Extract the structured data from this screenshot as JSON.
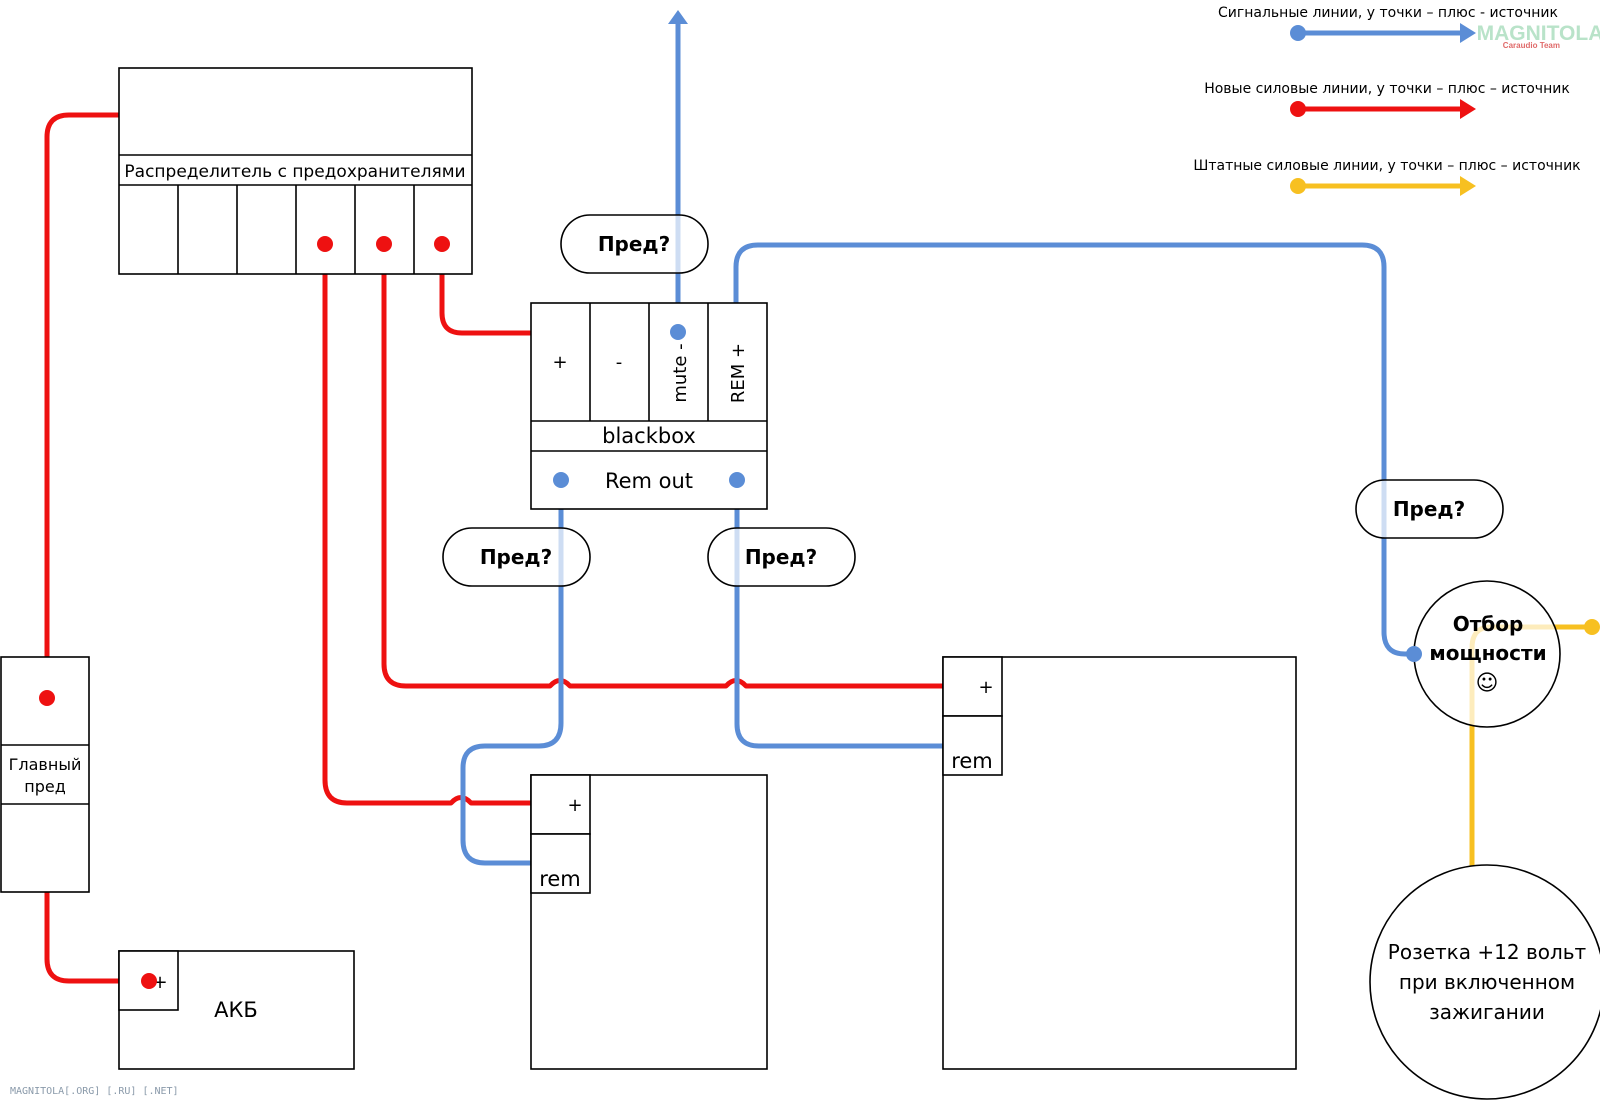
{
  "colors": {
    "signal": "#5b8dd6",
    "new_power": "#ee1111",
    "stock_power": "#f7c021"
  },
  "legend": {
    "signal_lines": "Сигнальные линии, у точки – плюс - источник",
    "new_power_lines": "Новые силовые линии, у точки – плюс – источник",
    "stock_power_lines": "Штатные силовые линии, у точки – плюс – источник"
  },
  "logo": {
    "text": "MAGNITOLA",
    "sub": "Caraudio Team"
  },
  "distributor": {
    "label": "Распределитель с предохранителями"
  },
  "blackbox": {
    "plus": "+",
    "minus": "-",
    "mute": "mute -",
    "rem_plus": "REM +",
    "title": "blackbox",
    "rem_out": "Rem out"
  },
  "fuse_queries": {
    "top": "Пред?",
    "left": "Пред?",
    "middle": "Пред?",
    "right": "Пред?"
  },
  "main_fuse": {
    "label_line1": "Главный",
    "label_line2": "пред"
  },
  "battery": {
    "plus": "+",
    "label": "АКБ"
  },
  "amp_left": {
    "plus": "+",
    "rem": "rem"
  },
  "amp_right": {
    "plus": "+",
    "rem": "rem"
  },
  "power_tap": {
    "line1": "Отбор",
    "line2": "мощности",
    "smiley": "☺"
  },
  "socket": {
    "line1": "Розетка +12 вольт",
    "line2": "при включенном",
    "line3": "зажигании"
  },
  "watermark": "MAGNITOLA[.ORG] [.RU] [.NET]"
}
